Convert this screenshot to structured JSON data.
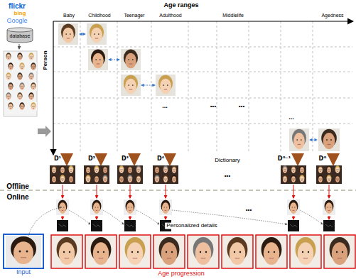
{
  "diagram": {
    "nodes": [
      {
        "text": [
          "database"
        ]
      },
      {
        "text": [
          "Input"
        ]
      }
    ],
    "labels": [
      "Age ranges",
      "Baby",
      "Childhood",
      "Teenager",
      "Adulthood",
      "Middlelife",
      "Agedness",
      "flickr",
      "bing",
      "Google",
      "Person",
      "...",
      "•••",
      "•••",
      "...",
      "D¹",
      "D²",
      "D³",
      "D⁴",
      "Dictionary",
      "Dᴳ⁻¹",
      "Dᴳ",
      "•••",
      "Offline",
      "Online",
      "Personalized details",
      "•••",
      "Age progression"
    ]
  }
}
